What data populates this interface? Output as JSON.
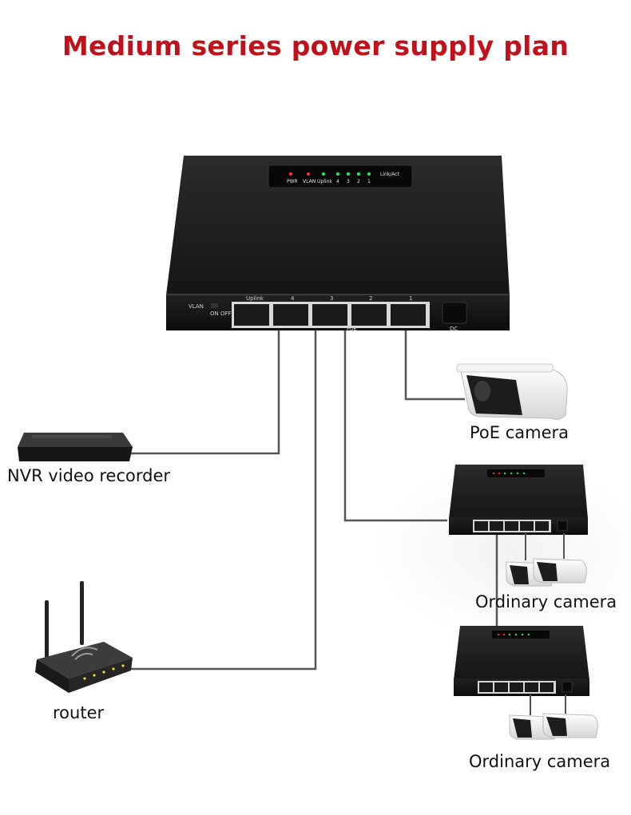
{
  "title": "Medium series power supply plan",
  "labels": {
    "poe_camera": "PoE camera",
    "nvr": "NVR video recorder",
    "ordinary_camera_1": "Ordinary camera",
    "ordinary_camera_2": "Ordinary camera",
    "router": "router"
  },
  "switch": {
    "leds": [
      "PWR",
      "VLAN",
      "Uplink",
      "4",
      "3",
      "2",
      "1"
    ],
    "link_act": "Link/Act",
    "port_labels": [
      "Uplink",
      "4",
      "3",
      "2",
      "1"
    ],
    "vlan": "VLAN",
    "on_off": "ON OFF",
    "poe": "PoE",
    "dc": "DC"
  },
  "colors": {
    "title": "#c0121a",
    "device": "#1c1c1c",
    "cable": "#555555",
    "led_red": "#ff2a2a",
    "led_green": "#27e05a"
  }
}
